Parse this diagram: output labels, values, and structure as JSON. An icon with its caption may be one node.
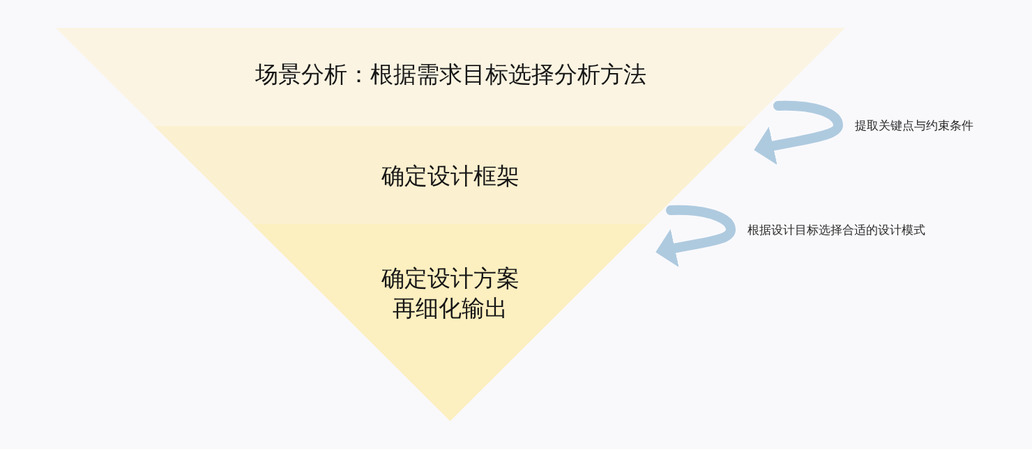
{
  "diagram": {
    "nodes": [
      {
        "text": [
          "场景分析：根据需求目标选择分析方法"
        ]
      },
      {
        "text": [
          "确定设计框架"
        ]
      },
      {
        "text": [
          "确定设计方案再细化输出"
        ]
      }
    ],
    "edges": [
      {
        "from": 0,
        "to": 1,
        "arrow": "to",
        "label": "提取关键点与约束条件"
      },
      {
        "from": 1,
        "to": 2,
        "arrow": "to",
        "label": "根据设计目标选择合适的设计模式"
      }
    ]
  }
}
